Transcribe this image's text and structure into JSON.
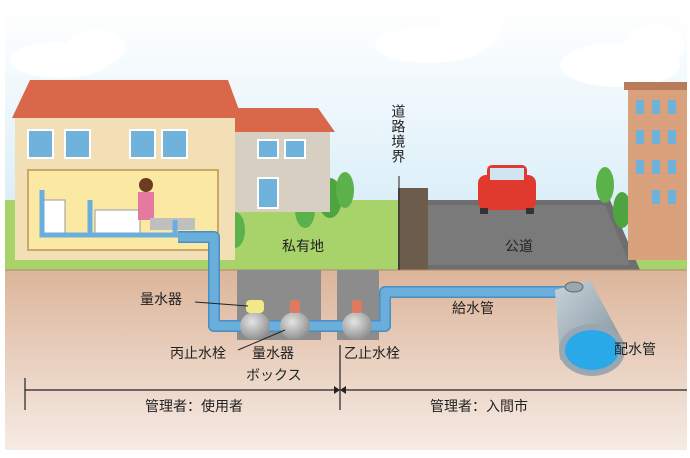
{
  "labels": {
    "road_boundary": "道路境界",
    "private_land": "私有地",
    "public_road": "公道",
    "supply_pipe": "給水管",
    "water_meter": "量水器",
    "valve_hei": "丙止水栓",
    "meter_box_line1": "量水器",
    "meter_box_line2": "ボックス",
    "valve_otsu": "乙止水栓",
    "distribution_pipe": "配水管",
    "manager_user": "管理者：使用者",
    "manager_city": "管理者：入間市"
  },
  "colors": {
    "pipe": "#6aaedc",
    "soil": "#e2bfa6",
    "grass": "#a8d36a",
    "road": "#6e6e6e",
    "roof": "#d9684a",
    "box": "#8c8c8c"
  }
}
